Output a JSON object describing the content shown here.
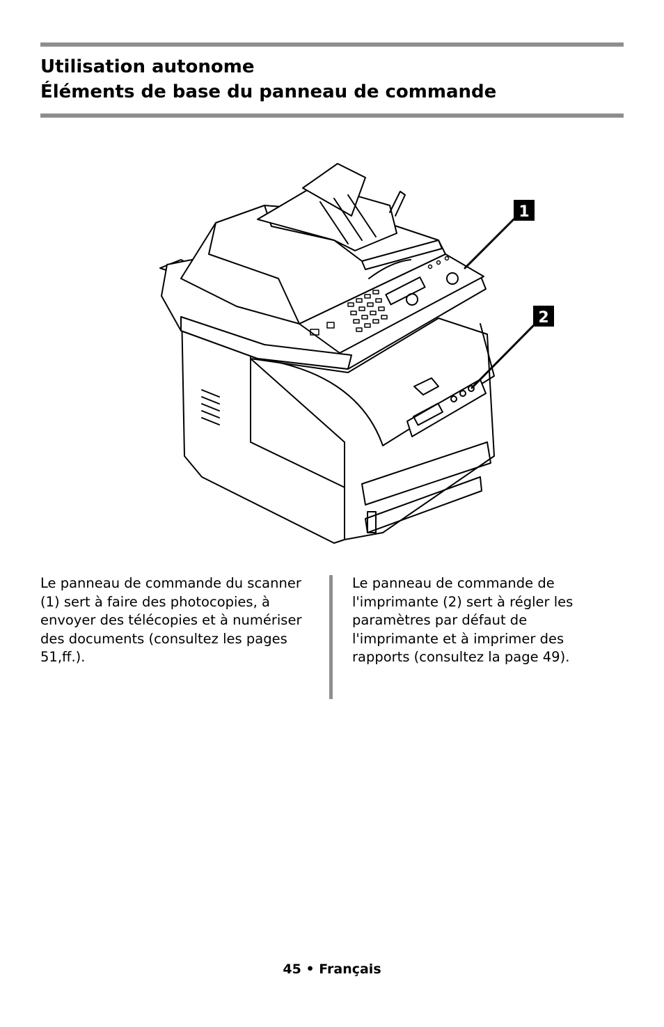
{
  "header": {
    "title_line1": "Utilisation autonome",
    "title_line2": "Éléments de base du panneau de commande"
  },
  "figure": {
    "callouts": [
      "1",
      "2"
    ]
  },
  "columns": {
    "left": "Le panneau de commande du scanner (1) sert à faire des photocopies, à envoyer des télécopies et à numériser des documents (consultez les pages 51,ff.).",
    "right": "Le panneau de commande de l'imprimante (2) sert à régler les paramètres par défaut de l'imprimante et à imprimer des rapports (consultez la page 49)."
  },
  "footer": {
    "page_number": "45",
    "bullet": "•",
    "language": "Français"
  }
}
